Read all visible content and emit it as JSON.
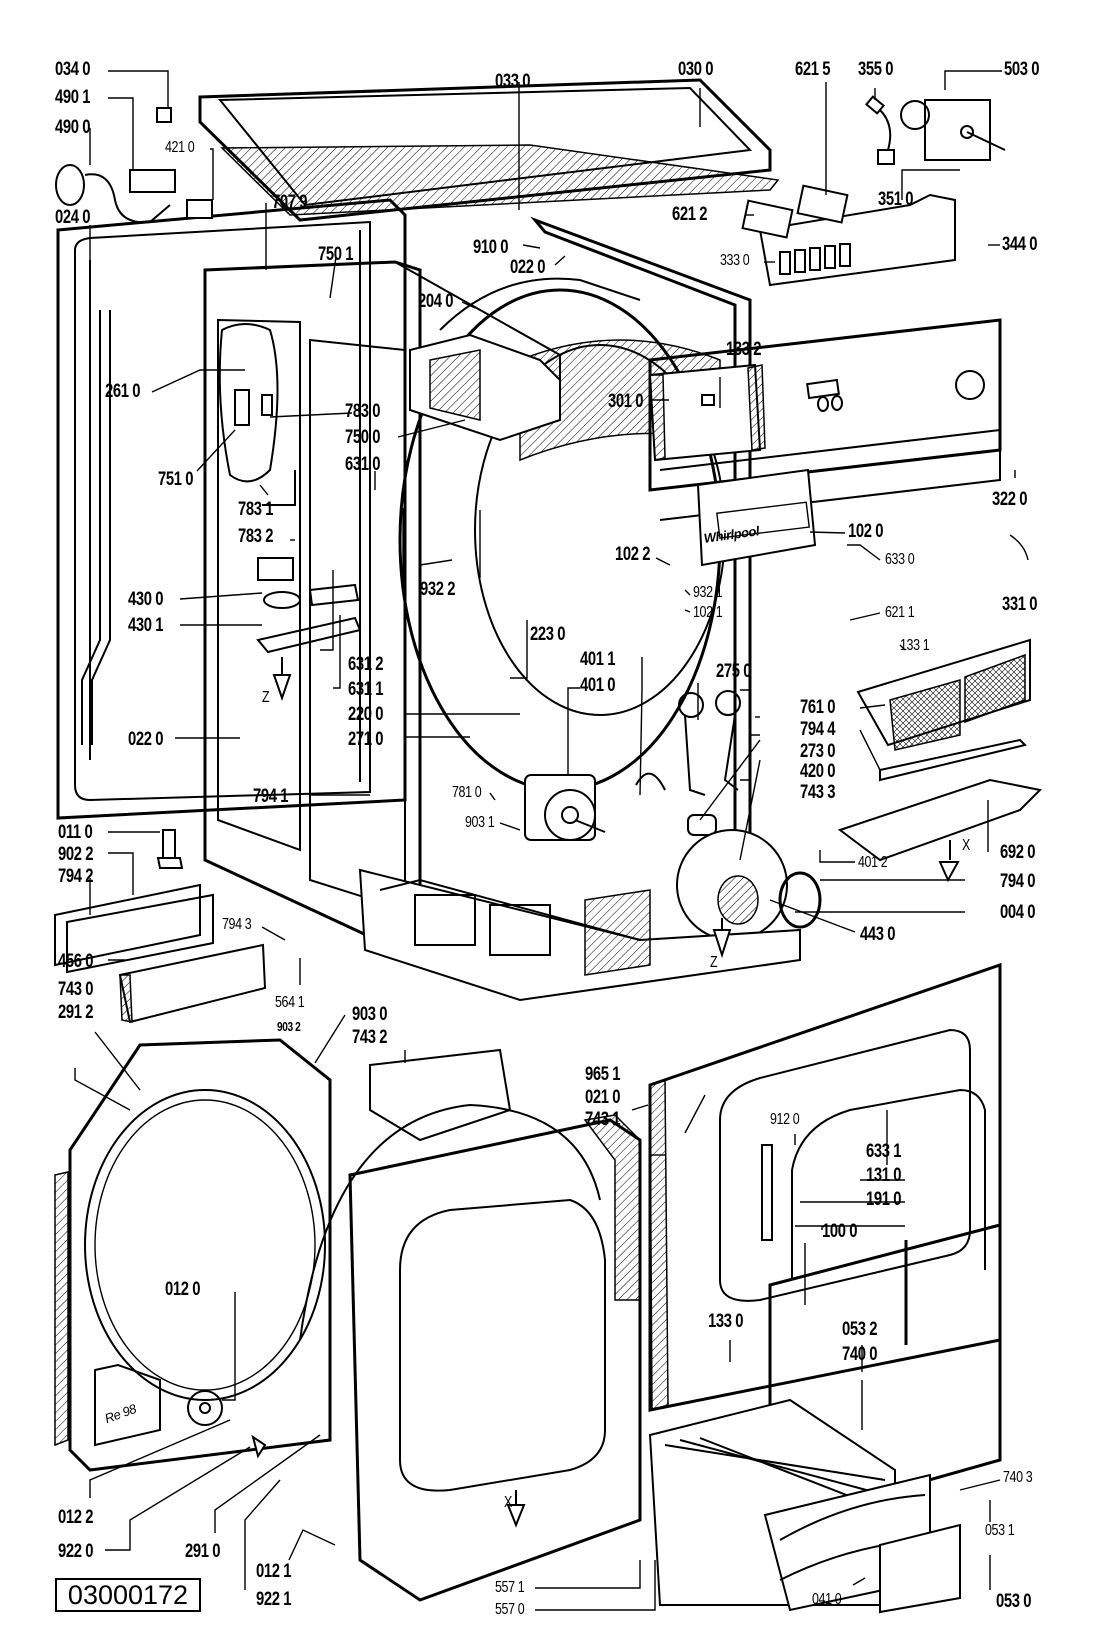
{
  "diagram": {
    "title": "Tumble dryer exploded parts view",
    "document_id": "03000172",
    "brand_mark": "Whirlpool",
    "script_mark": "Re 98",
    "direction_markers": [
      "Z",
      "Z",
      "X",
      "X"
    ],
    "labels": {
      "l034_0": "034 0",
      "l490_1": "490 1",
      "l490_0": "490 0",
      "l421_0": "421 0",
      "l024_0": "024 0",
      "l707_9": "707 9",
      "l750_1": "750 1",
      "l030_0": "030 0",
      "l033_0": "033 0",
      "l621_5": "621 5",
      "l355_0": "355 0",
      "l503_0": "503 0",
      "l621_2": "621 2",
      "l351_0": "351 0",
      "l344_0": "344 0",
      "l333_0": "333 0",
      "l910_0": "910 0",
      "l022_0a": "022 0",
      "l204_0": "204 0",
      "l261_0": "261 0",
      "l783_0": "783 0",
      "l750_0": "750 0",
      "l631_0": "631 0",
      "l751_0": "751 0",
      "l783_1": "783 1",
      "l783_2": "783 2",
      "l133_2": "133 2",
      "l301_0": "301 0",
      "l322_0": "322 0",
      "l102_0": "102 0",
      "l102_2": "102 2",
      "l633_0": "633 0",
      "l331_0": "331 0",
      "l932_2": "932 2",
      "l932_1": "932 1",
      "l102_1": "102 1",
      "l621_1": "621 1",
      "l133_1": "133 1",
      "l430_0": "430 0",
      "l430_1": "430 1",
      "l631_2": "631 2",
      "l631_1": "631 1",
      "l223_0": "223 0",
      "l401_1": "401 1",
      "l401_0": "401 0",
      "l275_0": "275 0",
      "l220_0": "220 0",
      "l271_0": "271 0",
      "l022_0b": "022 0",
      "l761_0": "761 0",
      "l794_4": "794 4",
      "l273_0": "273 0",
      "l420_0": "420 0",
      "l743_3": "743 3",
      "l794_1": "794 1",
      "l781_0": "781 0",
      "l903_1": "903 1",
      "l692_0": "692 0",
      "l401_2": "401 2",
      "l794_0": "794 0",
      "l004_0": "004 0",
      "l443_0": "443 0",
      "l011_0": "011 0",
      "l902_2": "902 2",
      "l794_2": "794 2",
      "l794_3": "794 3",
      "l456_0": "456 0",
      "l564_1": "564 1",
      "l903_2": "903 2",
      "l743_0": "743 0",
      "l291_2": "291 2",
      "l903_0": "903 0",
      "l743_2": "743 2",
      "l965_1": "965 1",
      "l021_0": "021 0",
      "l743_1": "743 1",
      "l912_0": "912 0",
      "l633_1": "633 1",
      "l131_0": "131 0",
      "l191_0": "191 0",
      "l100_0": "100 0",
      "l012_0": "012 0",
      "l133_0": "133 0",
      "l053_2": "053 2",
      "l740_0": "740 0",
      "l740_3": "740 3",
      "l053_1": "053 1",
      "l012_2": "012 2",
      "l922_0": "922 0",
      "l291_0": "291 0",
      "l012_1": "012 1",
      "l922_1": "922 1",
      "l557_1": "557 1",
      "l557_0": "557 0",
      "l041_0": "041 0",
      "l053_0": "053 0"
    }
  }
}
